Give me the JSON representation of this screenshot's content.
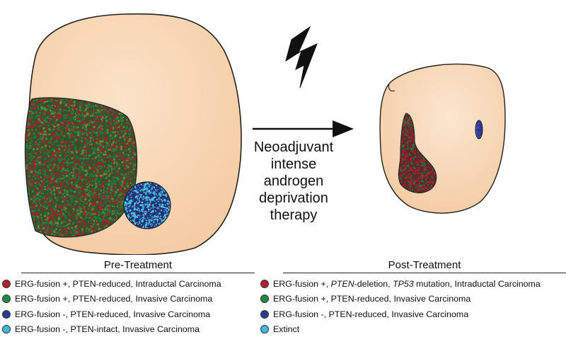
{
  "therapy_label": [
    "Neoadjuvant",
    "intense",
    "androgen",
    "deprivation",
    "therapy"
  ],
  "colors": {
    "tissue": "#f8d3ab",
    "red_cells": "#a3222c",
    "green_cells": "#1c7a3e",
    "dark_blue_cells": "#2b3a8f",
    "light_blue_cells": "#3fb6d9",
    "outline": "#222222"
  },
  "legend_pre": {
    "title": "Pre-Treatment",
    "items": [
      {
        "color": "#b2222c",
        "text": "ERG-fusion +, PTEN-reduced, Intraductal Carcinoma"
      },
      {
        "color": "#1f8a44",
        "text": "ERG-fusion +, PTEN-reduced, Invasive Carcinoma"
      },
      {
        "color": "#2d3b8f",
        "text": "ERG-fusion -, PTEN-reduced, Invasive Carcinoma"
      },
      {
        "color": "#44b8dc",
        "text": "ERG-fusion -, PTEN-intact, Invasive Carcinoma"
      }
    ]
  },
  "legend_post": {
    "title": "Post-Treatment",
    "items": [
      {
        "color": "#b2222c",
        "parts": [
          {
            "t": "ERG-fusion +, "
          },
          {
            "t": "PTEN",
            "i": true
          },
          {
            "t": "-deletion, "
          },
          {
            "t": "TP53",
            "i": true
          },
          {
            "t": " mutation, Intraductal Carcinoma"
          }
        ]
      },
      {
        "color": "#1f8a44",
        "parts": [
          {
            "t": "ERG-fusion +, PTEN-reduced, Invasive Carcinoma"
          }
        ]
      },
      {
        "color": "#2d3b8f",
        "parts": [
          {
            "t": "ERG-fusion -, PTEN-reduced, Invasive Carcinoma"
          }
        ]
      },
      {
        "color": "#44b8dc",
        "parts": [
          {
            "t": "Extinct"
          }
        ]
      }
    ]
  }
}
